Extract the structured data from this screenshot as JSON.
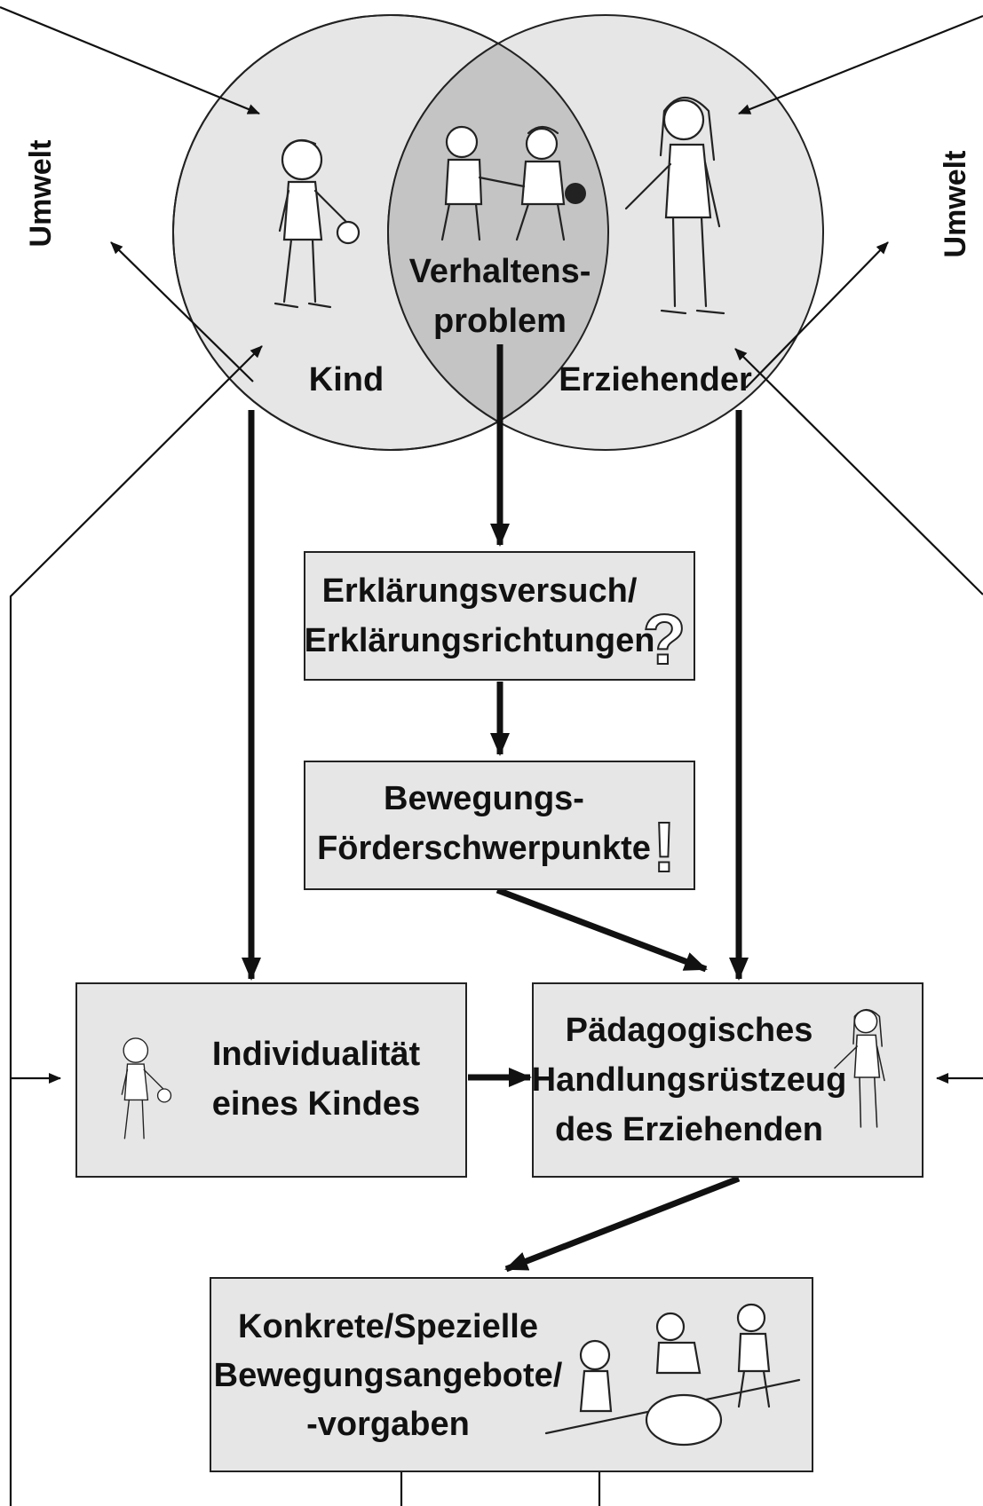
{
  "environment": {
    "left_label": "Umwelt",
    "right_label": "Umwelt"
  },
  "circles": {
    "child_label": "Kind",
    "educator_label": "Erziehender",
    "overlap_line1": "Verhaltens-",
    "overlap_line2": "problem"
  },
  "explanation_box": {
    "line1": "Erklärungsversuch/",
    "line2": "Erklärungsrichtungen",
    "symbol": "?"
  },
  "focus_box": {
    "line1": "Bewegungs-",
    "line2": "Förderschwerpunkte",
    "symbol": "!"
  },
  "individuality_box": {
    "line1": "Individualität",
    "line2": "eines Kindes"
  },
  "toolkit_box": {
    "line1": "Pädagogisches",
    "line2": "Handlungsrüstzeug",
    "line3": "des Erziehenden"
  },
  "offers_box": {
    "line1": "Konkrete/Spezielle",
    "line2": "Bewegungsangebote/",
    "line3": "-vorgaben"
  },
  "colors": {
    "fill_light": "#e6e6e6",
    "fill_overlap": "#c4c4c4",
    "stroke": "#111111"
  }
}
